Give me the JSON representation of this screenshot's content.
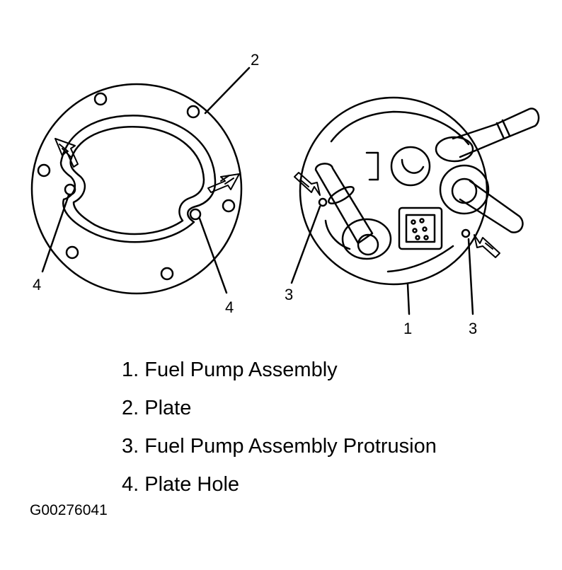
{
  "callouts": {
    "plate": "2",
    "plate_hole_left": "4",
    "plate_hole_right": "4",
    "protrusion_left": "3",
    "protrusion_right": "3",
    "pump_assembly": "1"
  },
  "legend": [
    {
      "number": "1.",
      "text": "Fuel Pump Assembly"
    },
    {
      "number": "2.",
      "text": "Plate"
    },
    {
      "number": "3.",
      "text": "Fuel Pump Assembly Protrusion"
    },
    {
      "number": "4.",
      "text": "Plate Hole"
    }
  ],
  "figure_id": "G00276041",
  "line_color": "#000000",
  "background": "#ffffff"
}
